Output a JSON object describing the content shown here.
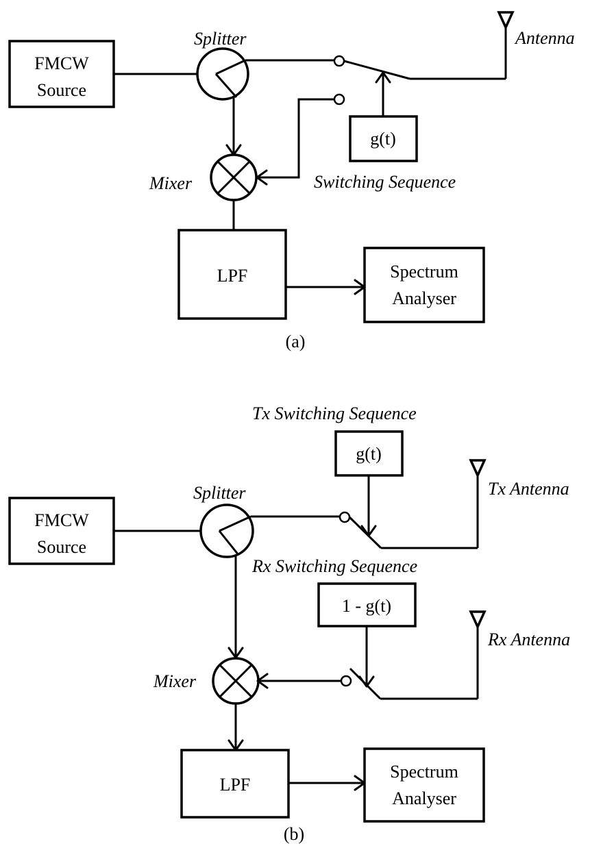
{
  "panel_a": {
    "blocks": {
      "source": [
        "FMCW",
        "Source"
      ],
      "g": "g(t)",
      "lpf": "LPF",
      "analyser": [
        "Spectrum",
        "Analyser"
      ]
    },
    "labels": {
      "splitter": "Splitter",
      "mixer": "Mixer",
      "antenna": "Antenna",
      "switching": "Switching Sequence"
    },
    "caption": "(a)"
  },
  "panel_b": {
    "blocks": {
      "source": [
        "FMCW",
        "Source"
      ],
      "g": "g(t)",
      "one_minus_g": "1 - g(t)",
      "lpf": "LPF",
      "analyser": [
        "Spectrum",
        "Analyser"
      ]
    },
    "labels": {
      "tx_switching": "Tx Switching Sequence",
      "splitter": "Splitter",
      "tx_antenna": "Tx Antenna",
      "rx_switching": "Rx Switching Sequence",
      "rx_antenna": "Rx Antenna",
      "mixer": "Mixer"
    },
    "caption": "(b)"
  }
}
